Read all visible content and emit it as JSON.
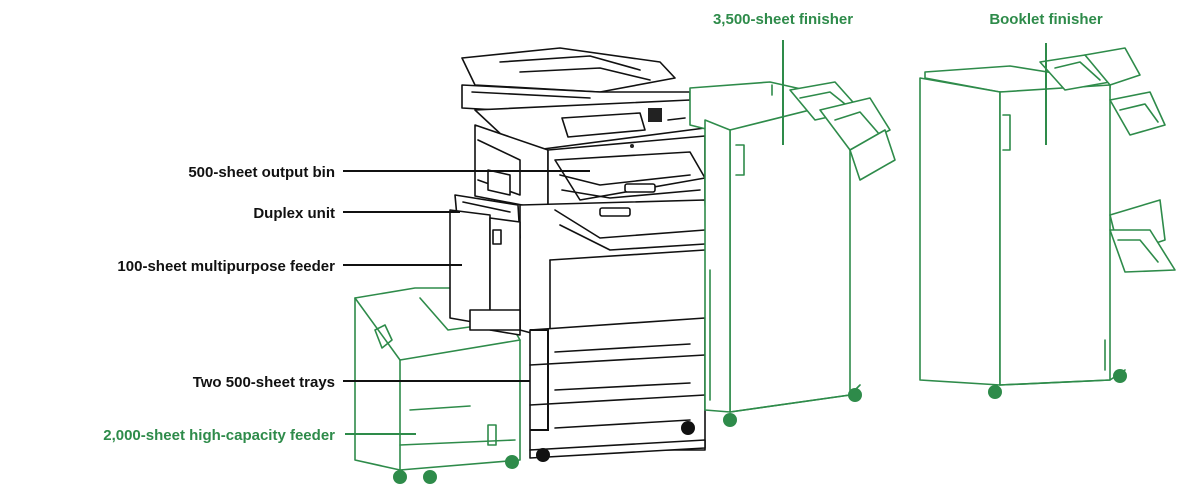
{
  "labels": {
    "output_bin": "500-sheet output bin",
    "duplex": "Duplex unit",
    "mp_feeder": "100-sheet multipurpose feeder",
    "trays": "Two 500-sheet trays",
    "hcf": "2,000-sheet high-capacity feeder",
    "finisher_3500": "3,500-sheet finisher",
    "booklet": "Booklet finisher"
  },
  "colors": {
    "option_green": "#2e8b4a",
    "standard_black": "#111111"
  }
}
